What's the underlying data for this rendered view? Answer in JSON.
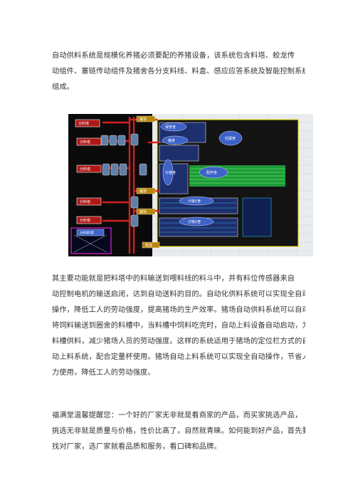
{
  "paragraphs": [
    {
      "lines": [
        "自动供料系统是规模化养猪必须要配的养猪设备，该系统包含料塔、蛟龙传",
        "动组件、塞链传动组件及猪舍各分支料线、料盒、感应应答系统及智能控制系统",
        "组成。"
      ]
    },
    {
      "lines": [
        "其主要功能就是把料塔中的料输送到喂料线的料斗中，并有料位传感器来自",
        "动控制电机的输送启闭，达到自动送料的目的。自动化供料系统可以实现全自动",
        "操作，降低工人的劳动强度，提高猪场的生产效率。猪场自动供料系统可以自动",
        "将饲料输送到圈舍的料槽中，当料槽中饲料吃完时，自动上料设备自动启动，为",
        "料槽供料，减少猪场人员的劳动强度。这样的系统适用于猪场的定位栏方式的自",
        "动上料系统，配合定量杯使用。猪场自动上料系统可以实现全自动操作，节省人",
        "力使用，降低工人的劳动强度。"
      ]
    },
    {
      "lines": [
        "福满堂温馨提醒您：一个好的厂家无非就是看商家的产品，而买家挑选产品，",
        "挑选无非就是质量与价格，性价比高了，自然就青睐。如何能到好产品，首先要",
        "找对厂家，选厂家就看品质和服务，看口碑和品牌。"
      ]
    }
  ],
  "figure": {
    "tower_labels": [
      "分料塔",
      "分料塔",
      "分料塔",
      "分料塔",
      "分料塔"
    ],
    "mixer_label": "分料料塔",
    "bottom_label": "配送",
    "box_labels": [
      "猪场",
      "猪场",
      "猪场"
    ],
    "room_labels": [
      "保育舍",
      "猪舍",
      "妊娠舍",
      "分娩舍",
      "配怀舍",
      "分娩1舍",
      "分娩2舍"
    ]
  }
}
